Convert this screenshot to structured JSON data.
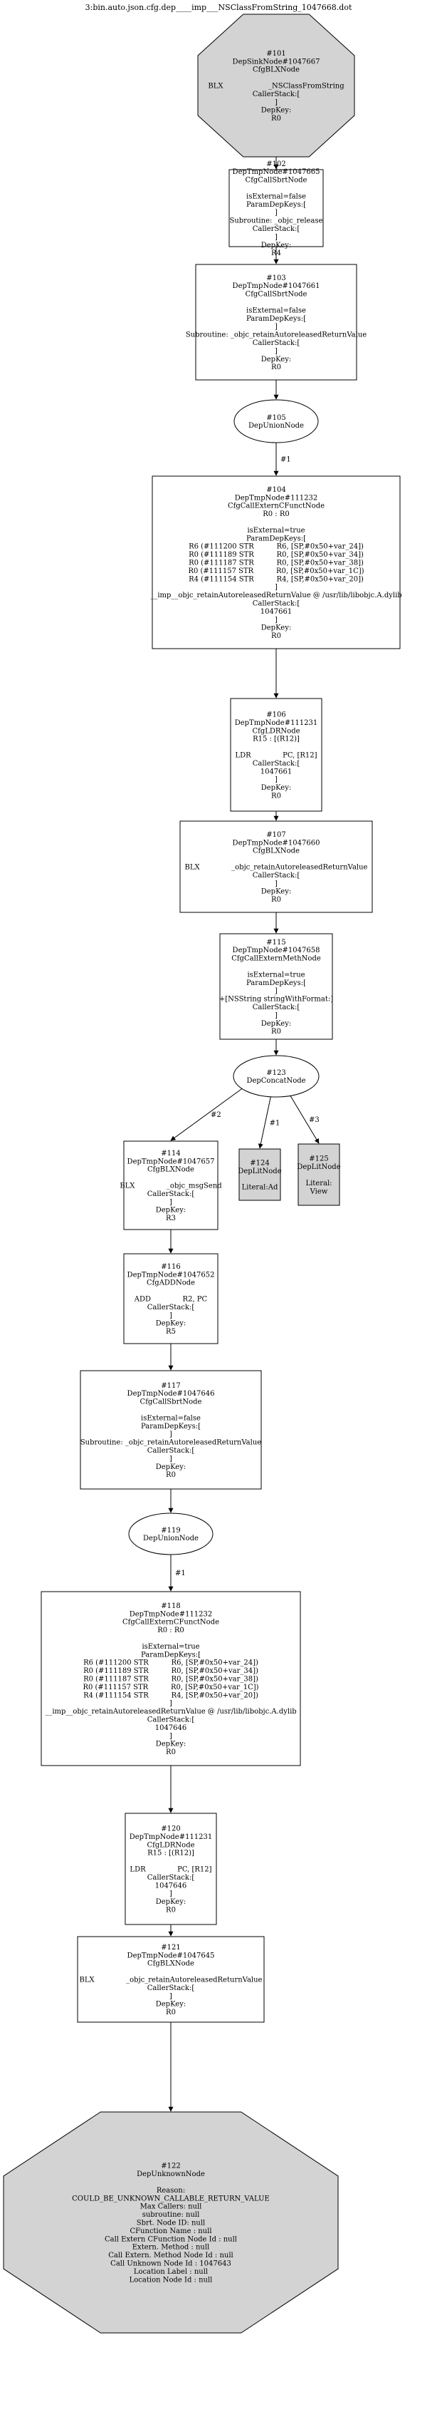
{
  "graph": {
    "title": "3:bin.auto.json.cfg.dep____imp___NSClassFromString_1047668.dot"
  },
  "colors": {
    "gray_fill": "#d3d3d3",
    "white_fill": "#ffffff",
    "stroke": "#000000"
  },
  "nodes": [
    {
      "id": "n101",
      "shape": "octagon",
      "fill": "gray",
      "lines": [
        "#101",
        "DepSinkNode#1047667",
        "CfgBLXNode",
        "",
        "BLX                    _NSClassFromString",
        "CallerStack:[",
        "]",
        "DepKey:",
        "R0"
      ]
    },
    {
      "id": "n102",
      "shape": "rect",
      "fill": "white",
      "lines": [
        "#102",
        "DepTmpNode#1047665",
        "CfgCallSbrtNode",
        "",
        "isExternal=false",
        "ParamDepKeys:[",
        "]",
        "Subroutine: _objc_release",
        "CallerStack:[",
        "]",
        "DepKey:",
        "R4"
      ]
    },
    {
      "id": "n103",
      "shape": "rect",
      "fill": "white",
      "lines": [
        "#103",
        "DepTmpNode#1047661",
        "CfgCallSbrtNode",
        "",
        "isExternal=false",
        "ParamDepKeys:[",
        "]",
        "Subroutine: _objc_retainAutoreleasedReturnValue",
        "CallerStack:[",
        "]",
        "DepKey:",
        "R0"
      ]
    },
    {
      "id": "n105",
      "shape": "ellipse",
      "fill": "white",
      "lines": [
        "#105",
        "DepUnionNode"
      ]
    },
    {
      "id": "n104",
      "shape": "rect",
      "fill": "white",
      "lines": [
        "#104",
        "DepTmpNode#111232",
        "CfgCallExternCFunctNode",
        "R0 : R0",
        "",
        "isExternal=true",
        "ParamDepKeys:[",
        "R6 (#111200 STR          R6, [SP,#0x50+var_24])",
        "R0 (#111189 STR          R0, [SP,#0x50+var_34])",
        "R0 (#111187 STR          R0, [SP,#0x50+var_38])",
        "R0 (#111157 STR          R0, [SP,#0x50+var_1C])",
        "R4 (#111154 STR          R4, [SP,#0x50+var_20])",
        "]",
        "__imp__objc_retainAutoreleasedReturnValue @ /usr/lib/libobjc.A.dylib",
        "CallerStack:[",
        "1047661",
        "]",
        "DepKey:",
        "R0"
      ]
    },
    {
      "id": "n106",
      "shape": "rect",
      "fill": "white",
      "lines": [
        "#106",
        "DepTmpNode#111231",
        "CfgLDRNode",
        "R15 : [(R12)]",
        "",
        "LDR              PC, [R12]",
        "CallerStack:[",
        "1047661",
        "]",
        "DepKey:",
        "R0"
      ]
    },
    {
      "id": "n107",
      "shape": "rect",
      "fill": "white",
      "lines": [
        "#107",
        "DepTmpNode#1047660",
        "CfgBLXNode",
        "",
        "BLX              _objc_retainAutoreleasedReturnValue",
        "CallerStack:[",
        "]",
        "DepKey:",
        "R0"
      ]
    },
    {
      "id": "n115",
      "shape": "rect",
      "fill": "white",
      "lines": [
        "#115",
        "DepTmpNode#1047658",
        "CfgCallExternMethNode",
        "",
        "isExternal=true",
        "ParamDepKeys:[",
        "]",
        "+[NSString stringWithFormat:]",
        "CallerStack:[",
        "]",
        "DepKey:",
        "R0"
      ]
    },
    {
      "id": "n123",
      "shape": "ellipse",
      "fill": "white",
      "lines": [
        "#123",
        "DepConcatNode"
      ]
    },
    {
      "id": "n114",
      "shape": "rect",
      "fill": "white",
      "lines": [
        "#114",
        "DepTmpNode#1047657",
        "CfgBLXNode",
        "",
        "BLX              _objc_msgSend",
        "CallerStack:[",
        "]",
        "DepKey:",
        "R3"
      ]
    },
    {
      "id": "n124",
      "shape": "rect",
      "fill": "gray",
      "lines": [
        "#124",
        "DepLitNode",
        "",
        "Literal:Ad"
      ]
    },
    {
      "id": "n125",
      "shape": "rect",
      "fill": "gray",
      "lines": [
        "#125",
        "DepLitNode",
        "",
        "Literal:",
        "View"
      ]
    },
    {
      "id": "n116",
      "shape": "rect",
      "fill": "white",
      "lines": [
        "#116",
        "DepTmpNode#1047652",
        "CfgADDNode",
        "",
        "ADD              R2, PC",
        "CallerStack:[",
        "]",
        "DepKey:",
        "R5"
      ]
    },
    {
      "id": "n117",
      "shape": "rect",
      "fill": "white",
      "lines": [
        "#117",
        "DepTmpNode#1047646",
        "CfgCallSbrtNode",
        "",
        "isExternal=false",
        "ParamDepKeys:[",
        "]",
        "Subroutine: _objc_retainAutoreleasedReturnValue",
        "CallerStack:[",
        "]",
        "DepKey:",
        "R0"
      ]
    },
    {
      "id": "n119",
      "shape": "ellipse",
      "fill": "white",
      "lines": [
        "#119",
        "DepUnionNode"
      ]
    },
    {
      "id": "n118",
      "shape": "rect",
      "fill": "white",
      "lines": [
        "#118",
        "DepTmpNode#111232",
        "CfgCallExternCFunctNode",
        "R0 : R0",
        "",
        "isExternal=true",
        "ParamDepKeys:[",
        "R6 (#111200 STR          R6, [SP,#0x50+var_24])",
        "R0 (#111189 STR          R0, [SP,#0x50+var_34])",
        "R0 (#111187 STR          R0, [SP,#0x50+var_38])",
        "R0 (#111157 STR          R0, [SP,#0x50+var_1C])",
        "R4 (#111154 STR          R4, [SP,#0x50+var_20])",
        "]",
        "__imp__objc_retainAutoreleasedReturnValue @ /usr/lib/libobjc.A.dylib",
        "CallerStack:[",
        "1047646",
        "]",
        "DepKey:",
        "R0"
      ]
    },
    {
      "id": "n120",
      "shape": "rect",
      "fill": "white",
      "lines": [
        "#120",
        "DepTmpNode#111231",
        "CfgLDRNode",
        "R15 : [(R12)]",
        "",
        "LDR              PC, [R12]",
        "CallerStack:[",
        "1047646",
        "]",
        "DepKey:",
        "R0"
      ]
    },
    {
      "id": "n121",
      "shape": "rect",
      "fill": "white",
      "lines": [
        "#121",
        "DepTmpNode#1047645",
        "CfgBLXNode",
        "",
        "BLX              _objc_retainAutoreleasedReturnValue",
        "CallerStack:[",
        "]",
        "DepKey:",
        "R0"
      ]
    },
    {
      "id": "n122",
      "shape": "octagon",
      "fill": "gray",
      "lines": [
        "#122",
        "DepUnknownNode",
        "",
        "Reason:",
        "COULD_BE_UNKNOWN_CALLABLE_RETURN_VALUE",
        "Max Callers: null",
        "subroutine: null",
        "Sbrt. Node ID: null",
        "CFunction Name : null",
        "Call Extern CFunction Node Id : null",
        "Extern. Method : null",
        "Call Extern. Method Node Id : null",
        "Call Unknown Node Id : 1047643",
        "Location Label : null",
        "Location Node Id : null"
      ]
    }
  ],
  "edges": [
    {
      "from": "n101",
      "to": "n102",
      "label": ""
    },
    {
      "from": "n102",
      "to": "n103",
      "label": ""
    },
    {
      "from": "n103",
      "to": "n105",
      "label": ""
    },
    {
      "from": "n105",
      "to": "n104",
      "label": "#1"
    },
    {
      "from": "n104",
      "to": "n106",
      "label": ""
    },
    {
      "from": "n106",
      "to": "n107",
      "label": ""
    },
    {
      "from": "n107",
      "to": "n115",
      "label": ""
    },
    {
      "from": "n115",
      "to": "n123",
      "label": ""
    },
    {
      "from": "n123",
      "to": "n114",
      "label": "#2"
    },
    {
      "from": "n123",
      "to": "n124",
      "label": "#1"
    },
    {
      "from": "n123",
      "to": "n125",
      "label": "#3"
    },
    {
      "from": "n114",
      "to": "n116",
      "label": ""
    },
    {
      "from": "n116",
      "to": "n117",
      "label": ""
    },
    {
      "from": "n117",
      "to": "n119",
      "label": ""
    },
    {
      "from": "n119",
      "to": "n118",
      "label": "#1"
    },
    {
      "from": "n118",
      "to": "n120",
      "label": ""
    },
    {
      "from": "n120",
      "to": "n121",
      "label": ""
    },
    {
      "from": "n121",
      "to": "n122",
      "label": ""
    }
  ]
}
